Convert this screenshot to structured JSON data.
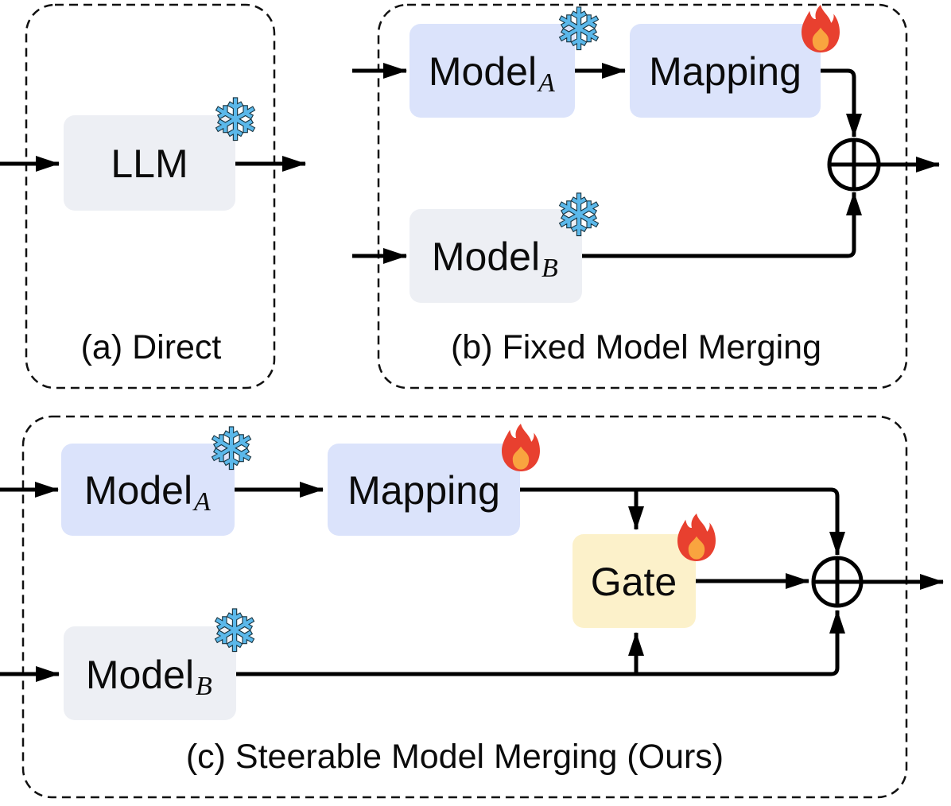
{
  "figure": {
    "panels": {
      "a": {
        "caption": "(a) Direct",
        "llm": "LLM"
      },
      "b": {
        "caption": "(b) Fixed Model Merging",
        "model_a": {
          "base": "Model",
          "sub": "A"
        },
        "mapping": "Mapping",
        "model_b": {
          "base": "Model",
          "sub": "B"
        }
      },
      "c": {
        "caption": "(c) Steerable Model Merging (Ours)",
        "model_a": {
          "base": "Model",
          "sub": "A"
        },
        "mapping": "Mapping",
        "gate": "Gate",
        "model_b": {
          "base": "Model",
          "sub": "B"
        }
      }
    }
  },
  "icons": {
    "snowflake_glyph": "❄"
  },
  "colors": {
    "box_blue": "#dbe3fb",
    "box_gray": "#edeff4",
    "box_yellow": "#fcf1ca",
    "snowflake_fill": "#5bb8ea",
    "fire_red": "#e8402f",
    "fire_orange": "#f9a43f"
  }
}
